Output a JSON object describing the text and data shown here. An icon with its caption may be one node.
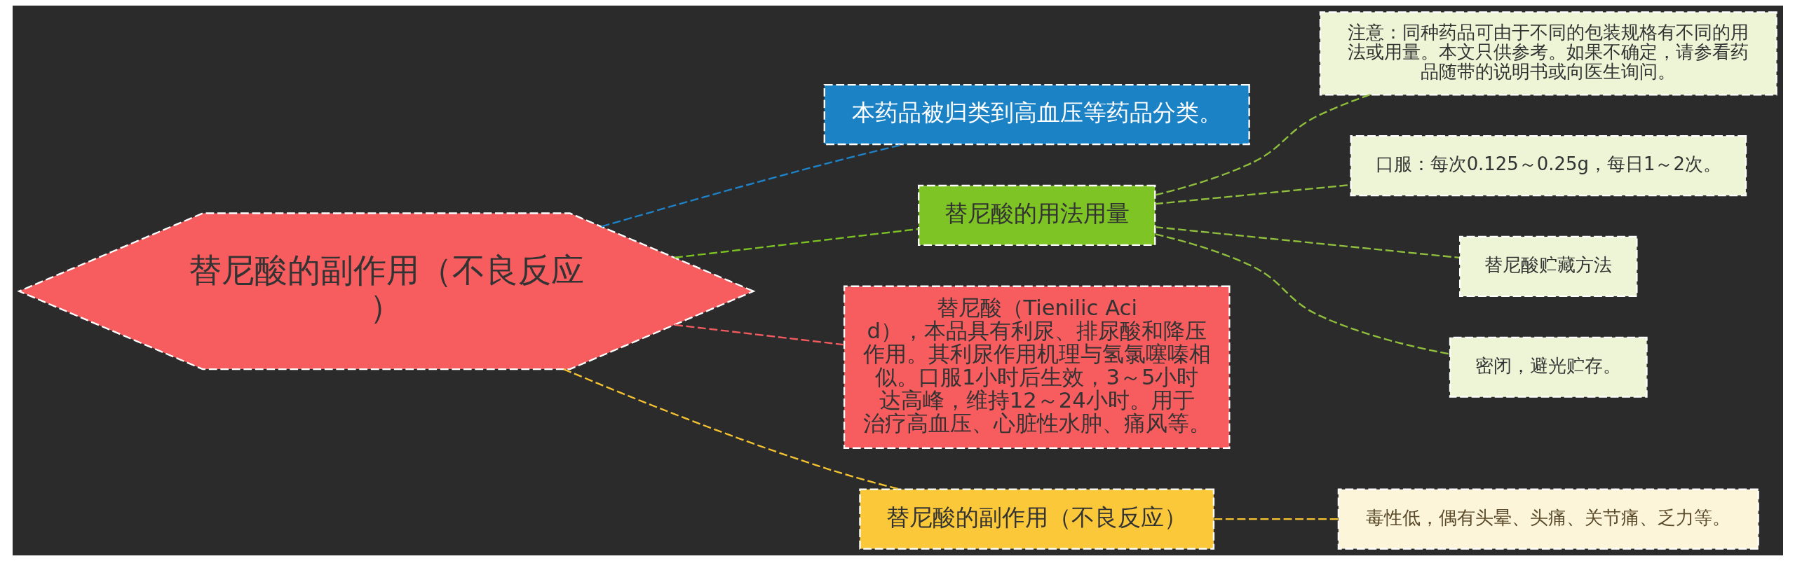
{
  "diagram": {
    "nodes": [
      {
        "text": [
          "替尼酸的副作用（不良反应）"
        ]
      },
      {
        "text": [
          "本药品被归类到高血压等药品分类。"
        ]
      },
      {
        "text": [
          "替尼酸的用法用量"
        ]
      },
      {
        "text": [
          "注意：同种药品可由于不同的包装规格有不同的用法或用量。本文只供参考。如果不确定，请参看药品随带的说明书或向医生询问。"
        ]
      },
      {
        "text": [
          "口服：每次0.125～0.25g，每日1～2次。"
        ]
      },
      {
        "text": [
          "替尼酸贮藏方法"
        ]
      },
      {
        "text": [
          "密闭，避光贮存。"
        ]
      },
      {
        "text": [
          "替尼酸（Tienilic Acid），本品具有利尿、排尿酸和降压作用。其利尿作用机理与氢氯噻嗪相似。口服1小时后生效，3～5小时达高峰，维持12～24小时。用于治疗高血压、心脏性水肿、痛风等。"
        ]
      },
      {
        "text": [
          "替尼酸的副作用（不良反应）"
        ]
      },
      {
        "text": [
          "毒性低，偶有头晕、头痛、关节痛、乏力等。"
        ]
      }
    ],
    "edges": [
      {
        "from": 0,
        "to": 1,
        "arrow": "none",
        "style": "dashed",
        "color": "#1e82c8"
      },
      {
        "from": 0,
        "to": 2,
        "arrow": "none",
        "style": "dashed",
        "color": "#7cc223"
      },
      {
        "from": 2,
        "to": 3,
        "arrow": "none",
        "style": "dashed",
        "color": "#8fbf3c"
      },
      {
        "from": 2,
        "to": 4,
        "arrow": "none",
        "style": "dashed",
        "color": "#8fbf3c"
      },
      {
        "from": 2,
        "to": 5,
        "arrow": "none",
        "style": "dashed",
        "color": "#8fbf3c"
      },
      {
        "from": 2,
        "to": 6,
        "arrow": "none",
        "style": "dashed",
        "color": "#8fbf3c"
      },
      {
        "from": 0,
        "to": 7,
        "arrow": "none",
        "style": "dashed",
        "color": "#f25a5f"
      },
      {
        "from": 0,
        "to": 8,
        "arrow": "none",
        "style": "dashed",
        "color": "#f5c232"
      },
      {
        "from": 8,
        "to": 9,
        "arrow": "none",
        "style": "dashed",
        "color": "#f5c232"
      }
    ]
  }
}
